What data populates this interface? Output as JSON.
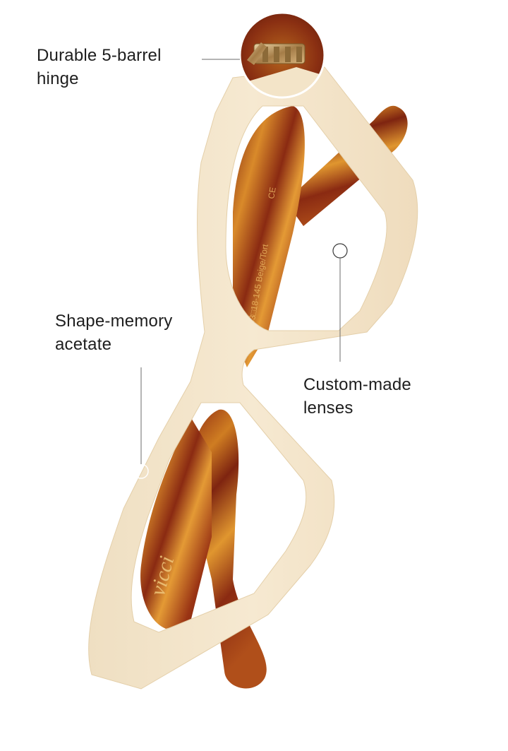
{
  "callouts": {
    "hinge": "Durable 5-barrel\nhinge",
    "acetate": "Shape-memory\nacetate",
    "lenses": "Custom-made\nlenses"
  },
  "frame": {
    "brand_text": "vicci",
    "temple_text": "53□18-145 Beige/Tort",
    "ce_mark": "CE"
  },
  "colors": {
    "frame": "#f4e6cc",
    "tortoise_dark": "#8a2a12",
    "tortoise_light": "#d98a2a",
    "hinge_metal": "#c7a06a",
    "text": "#1e1e1e",
    "line": "#6b6b6b"
  }
}
